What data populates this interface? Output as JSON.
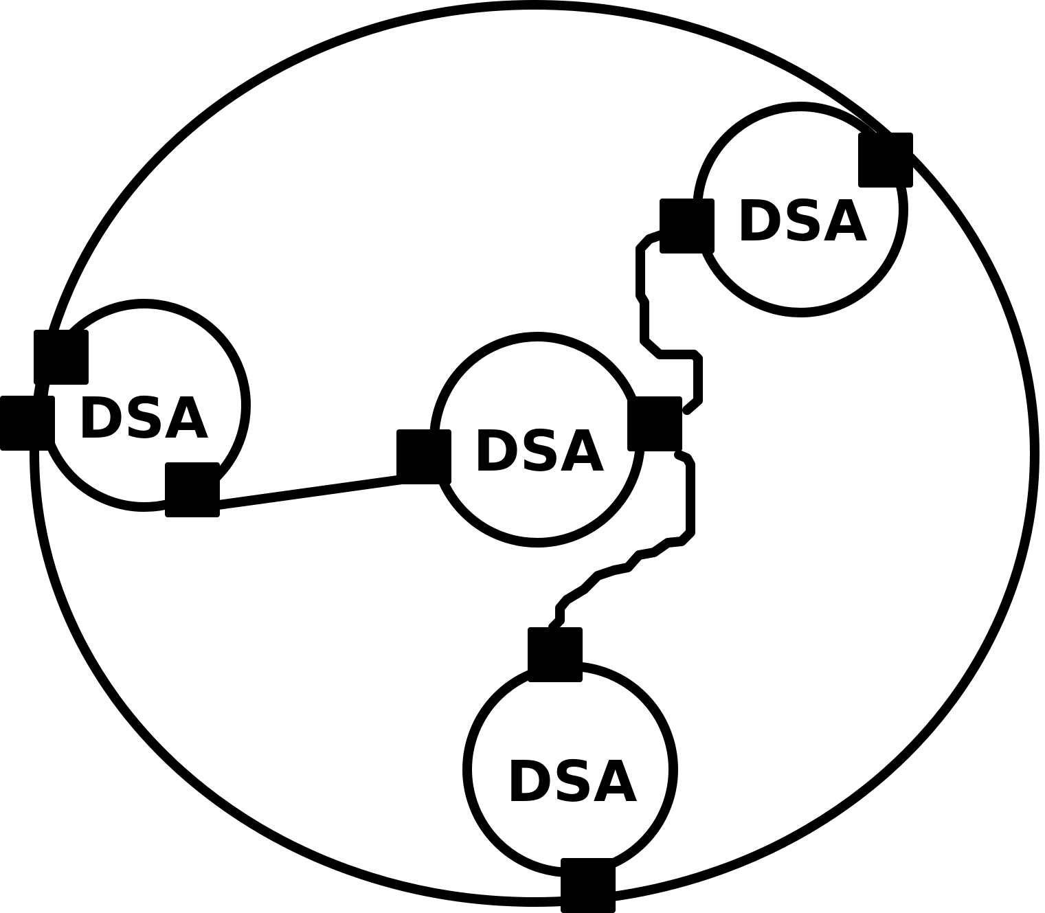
{
  "diagram": {
    "colors": {
      "stroke": "#000000",
      "background": "#ffffff"
    },
    "nodes": [
      {
        "id": "dsa-left",
        "label": "DSA"
      },
      {
        "id": "dsa-center",
        "label": "DSA"
      },
      {
        "id": "dsa-top-right",
        "label": "DSA"
      },
      {
        "id": "dsa-bottom",
        "label": "DSA"
      }
    ]
  }
}
